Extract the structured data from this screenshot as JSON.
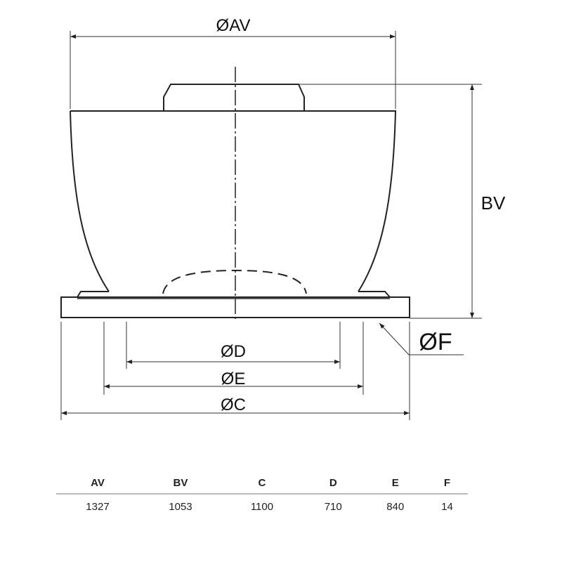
{
  "drawing": {
    "labels": {
      "av": "ØAV",
      "bv": "BV",
      "f": "ØF",
      "d": "ØD",
      "e": "ØE",
      "c": "ØC"
    }
  },
  "table": {
    "headers": [
      "AV",
      "BV",
      "C",
      "D",
      "E",
      "F"
    ],
    "values": [
      "1327",
      "1053",
      "1100",
      "710",
      "840",
      "14"
    ]
  }
}
